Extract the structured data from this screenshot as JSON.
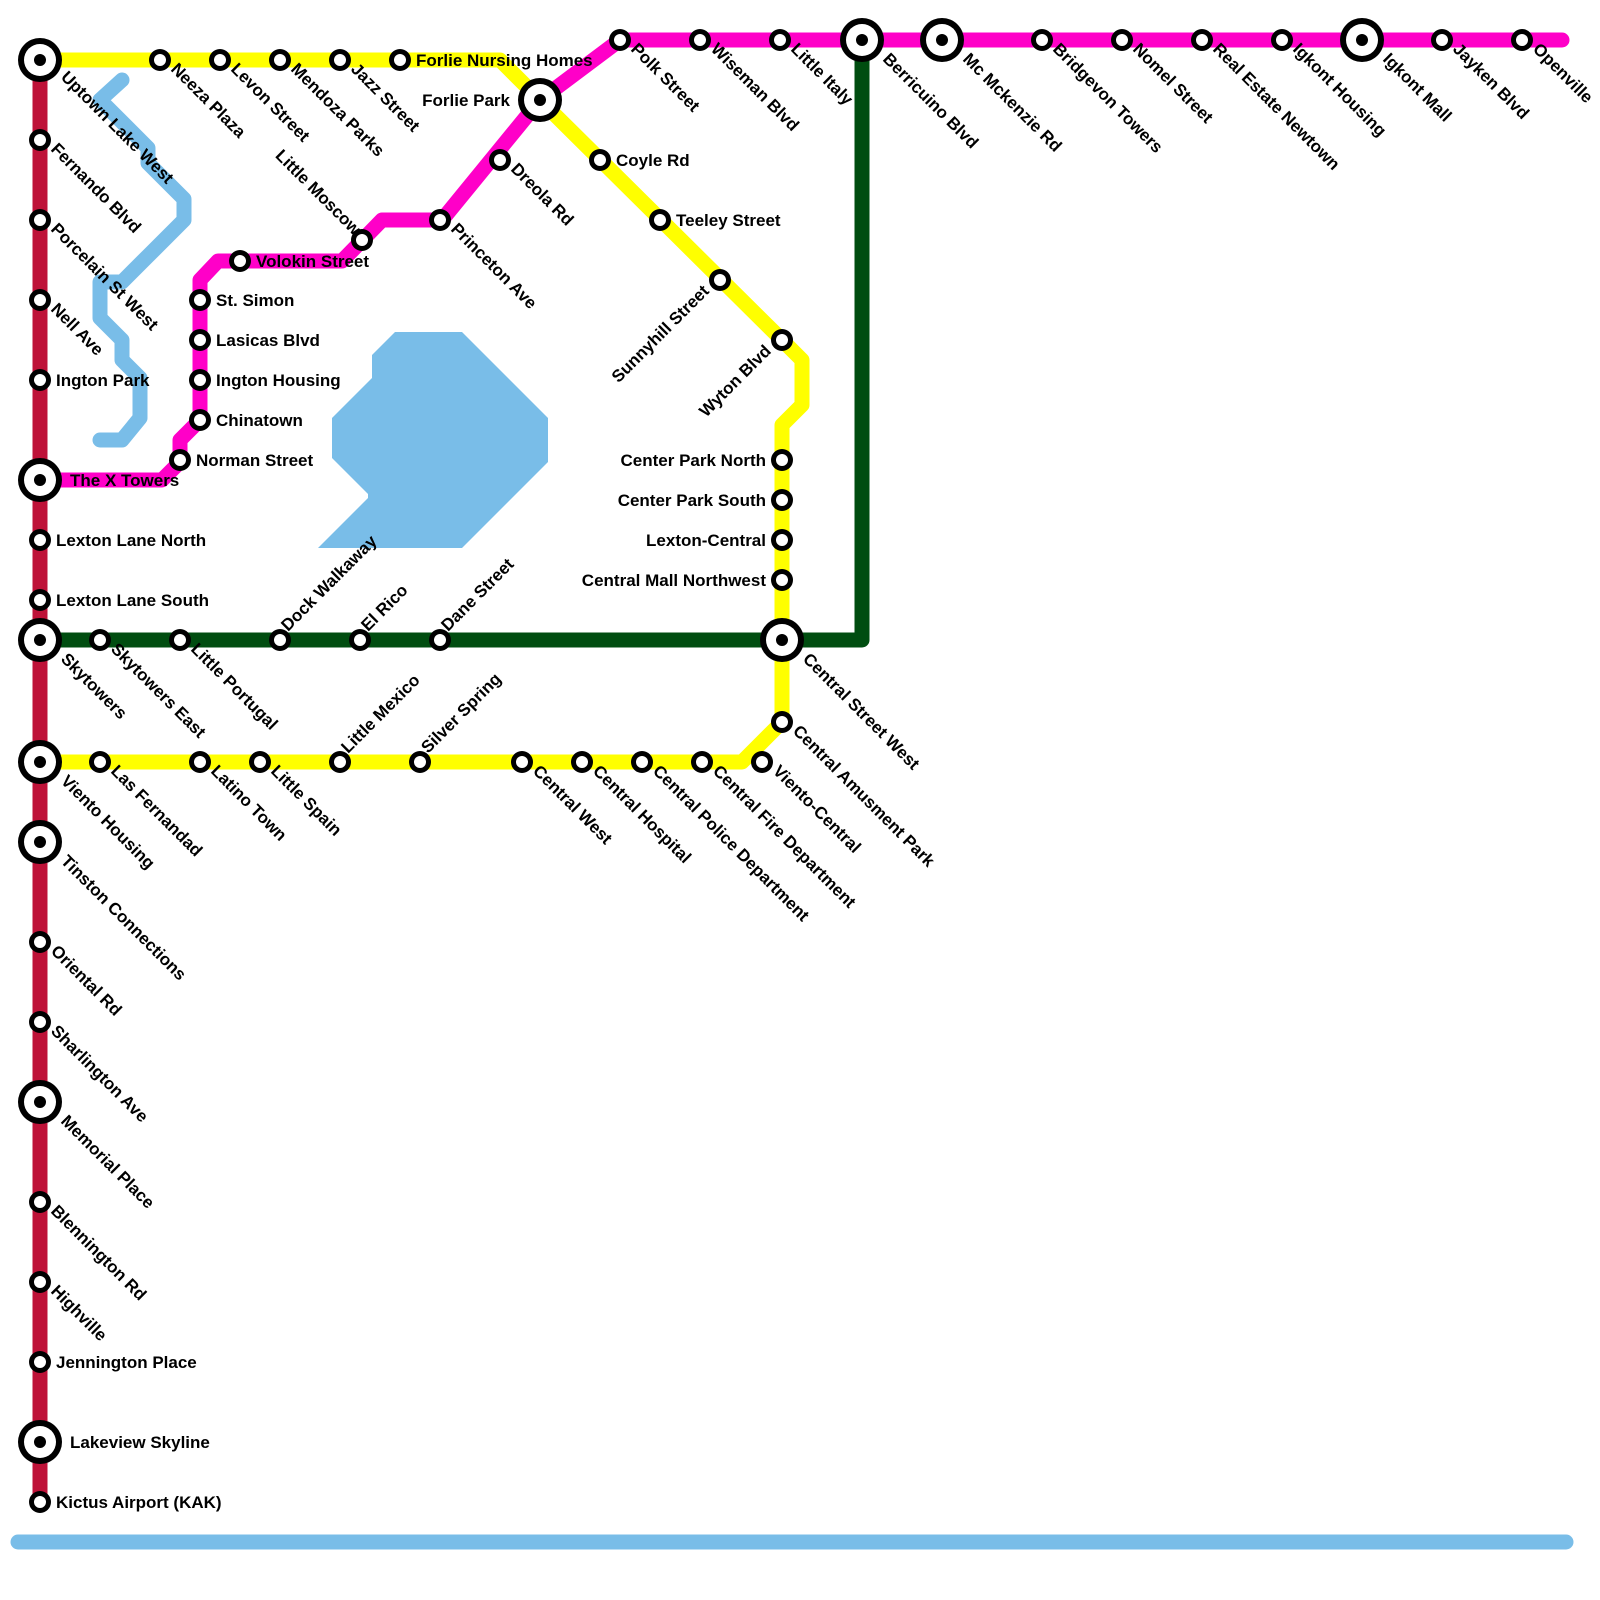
{
  "colors": {
    "red_line": "#BE1238",
    "magenta_line": "#FF00C8",
    "yellow_line": "#FFFF00",
    "green_line": "#004D10",
    "water": "#79BDE8",
    "station_fill": "#FFFFFF",
    "station_stroke": "#000000"
  },
  "map": {
    "lines": [
      {
        "id": "red",
        "color": "#BE1238"
      },
      {
        "id": "magenta",
        "color": "#FF00C8"
      },
      {
        "id": "yellow",
        "color": "#FFFF00"
      },
      {
        "id": "green",
        "color": "#004D10"
      }
    ],
    "stations": [
      {
        "name": "Uptown Lake West",
        "interchange": true
      },
      {
        "name": "Fernando Blvd",
        "interchange": false
      },
      {
        "name": "Porcelain St West",
        "interchange": false
      },
      {
        "name": "Nell Ave",
        "interchange": false
      },
      {
        "name": "Ington Park",
        "interchange": false
      },
      {
        "name": "The X Towers",
        "interchange": true
      },
      {
        "name": "Lexton Lane North",
        "interchange": false
      },
      {
        "name": "Lexton Lane South",
        "interchange": false
      },
      {
        "name": "Skytowers",
        "interchange": true
      },
      {
        "name": "Viento Housing",
        "interchange": true
      },
      {
        "name": "Tinston Connections",
        "interchange": true
      },
      {
        "name": "Oriental Rd",
        "interchange": false
      },
      {
        "name": "Sharlington Ave",
        "interchange": false
      },
      {
        "name": "Memorial Place",
        "interchange": true
      },
      {
        "name": "Blennington Rd",
        "interchange": false
      },
      {
        "name": "Highville",
        "interchange": false
      },
      {
        "name": "Jennington Place",
        "interchange": false
      },
      {
        "name": "Lakeview Skyline",
        "interchange": true
      },
      {
        "name": "Kictus Airport (KAK)",
        "interchange": false
      },
      {
        "name": "Neeza Plaza",
        "interchange": false
      },
      {
        "name": "Levon Street",
        "interchange": false
      },
      {
        "name": "Mendoza Parks",
        "interchange": false
      },
      {
        "name": "Jazz Street",
        "interchange": false
      },
      {
        "name": "Forlie Nursing Homes",
        "interchange": false
      },
      {
        "name": "Forlie Park",
        "interchange": true
      },
      {
        "name": "Coyle Rd",
        "interchange": false
      },
      {
        "name": "Teeley Street",
        "interchange": false
      },
      {
        "name": "Sunnyhill Street",
        "interchange": false
      },
      {
        "name": "Wyton Blvd",
        "interchange": false
      },
      {
        "name": "Center Park North",
        "interchange": false
      },
      {
        "name": "Center Park South",
        "interchange": false
      },
      {
        "name": "Lexton-Central",
        "interchange": false
      },
      {
        "name": "Central Mall Northwest",
        "interchange": false
      },
      {
        "name": "Central Street West",
        "interchange": true
      },
      {
        "name": "Central Amusment Park",
        "interchange": false
      },
      {
        "name": "Viento-Central",
        "interchange": false
      },
      {
        "name": "Central Fire Department",
        "interchange": false
      },
      {
        "name": "Central Police Department",
        "interchange": false
      },
      {
        "name": "Central Hospital",
        "interchange": false
      },
      {
        "name": "Central West",
        "interchange": false
      },
      {
        "name": "Silver Spring",
        "interchange": false
      },
      {
        "name": "Little Mexico",
        "interchange": false
      },
      {
        "name": "Little Spain",
        "interchange": false
      },
      {
        "name": "Latino Town",
        "interchange": false
      },
      {
        "name": "Las Fernandad",
        "interchange": false
      },
      {
        "name": "Skytowers East",
        "interchange": false
      },
      {
        "name": "Little Portugal",
        "interchange": false
      },
      {
        "name": "Dock Walkaway",
        "interchange": false
      },
      {
        "name": "El Rico",
        "interchange": false
      },
      {
        "name": "Dane Street",
        "interchange": false
      },
      {
        "name": "Norman Street",
        "interchange": false
      },
      {
        "name": "Chinatown",
        "interchange": false
      },
      {
        "name": "Ington Housing",
        "interchange": false
      },
      {
        "name": "Lasicas Blvd",
        "interchange": false
      },
      {
        "name": "St. Simon",
        "interchange": false
      },
      {
        "name": "Volokin Street",
        "interchange": false
      },
      {
        "name": "Little Moscow",
        "interchange": false
      },
      {
        "name": "Princeton Ave",
        "interchange": false
      },
      {
        "name": "Dreola Rd",
        "interchange": false
      },
      {
        "name": "Polk Street",
        "interchange": false
      },
      {
        "name": "Wiseman Blvd",
        "interchange": false
      },
      {
        "name": "Little Italy",
        "interchange": false
      },
      {
        "name": "Berricuino Blvd",
        "interchange": true
      },
      {
        "name": "Mc Mckenzie Rd",
        "interchange": true
      },
      {
        "name": "Bridgevon Towers",
        "interchange": false
      },
      {
        "name": "Nomel Street",
        "interchange": false
      },
      {
        "name": "Real Estate Newtown",
        "interchange": false
      },
      {
        "name": "Igkont Housing",
        "interchange": false
      },
      {
        "name": "Igkont Mall",
        "interchange": true
      },
      {
        "name": "Jayken Blvd",
        "interchange": false
      },
      {
        "name": "Openville",
        "interchange": false
      }
    ]
  }
}
